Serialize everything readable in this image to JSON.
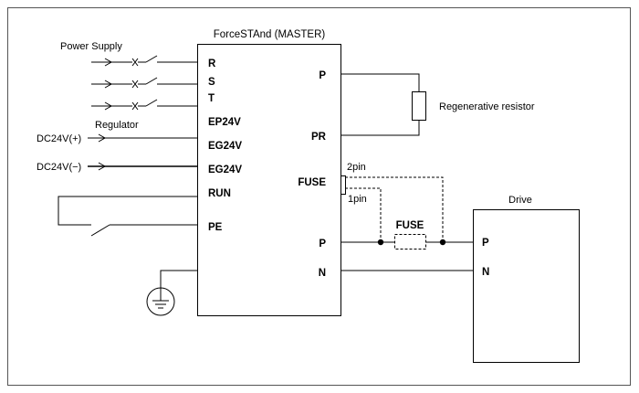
{
  "master": {
    "title": "ForceSTAnd (MASTER)",
    "pins_left": [
      "R",
      "S",
      "T",
      "EP24V",
      "EG24V",
      "EG24V",
      "RUN",
      "PE"
    ],
    "pins_right": [
      "P",
      "PR",
      "FUSE",
      "P",
      "N"
    ]
  },
  "labels": {
    "power_supply": "Power Supply",
    "regulator": "Regulator",
    "dc_pos": "DC24V(+)",
    "dc_neg": "DC24V(−)",
    "regen": "Regenerative resistor",
    "pin2": "2pin",
    "pin1": "1pin",
    "fuse": "FUSE"
  },
  "drive": {
    "title": "Drive",
    "pins": [
      "P",
      "N"
    ]
  },
  "icons": [
    "ground-symbol-icon",
    "switch-icon",
    "arrow-icon",
    "resistor-icon",
    "fuse-icon"
  ]
}
